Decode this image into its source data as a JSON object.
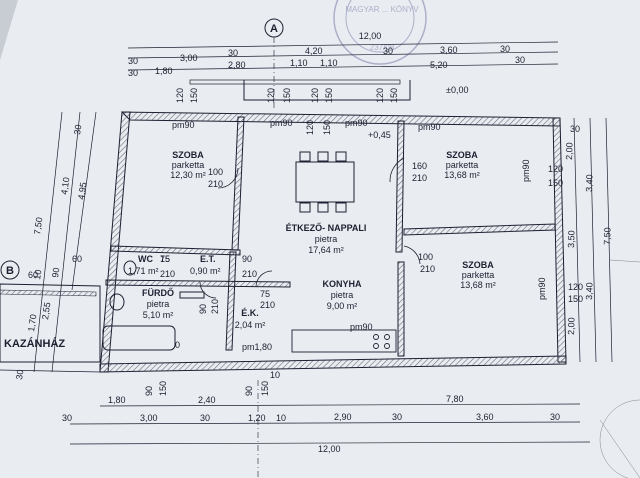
{
  "colors": {
    "paper": "#e9ecf1",
    "ink": "#1d2030",
    "wall_hatch": "#6b6f7a",
    "stamp": "#7a7fa8",
    "background": "#d9dde3"
  },
  "axis_labels": {
    "a": "A",
    "b": "B"
  },
  "level": "±0,00",
  "terrace_level": "+0,45",
  "stamp": {
    "text": "MAGYAR ... KÖNYV",
    "number": "237/08"
  },
  "top_dims": {
    "row1": [
      "30",
      "3,00",
      "30",
      "4,20",
      "30",
      "3,60",
      "30"
    ],
    "row2": [
      "30",
      "1,80",
      "2,80",
      "1,10",
      "1,10",
      "5,20",
      "30"
    ],
    "total": "12,00",
    "openings": [
      "120",
      "150",
      "120",
      "150",
      "120",
      "150",
      "120",
      "150",
      "120",
      "150"
    ]
  },
  "bottom_dims": {
    "row1": [
      "1,80",
      "2,40",
      "7,80"
    ],
    "row2": [
      "30",
      "3,00",
      "30",
      "1,20",
      "10",
      "2,90",
      "30",
      "3,60",
      "30"
    ],
    "total": "12,00",
    "openings": [
      "90",
      "150",
      "90",
      "150"
    ]
  },
  "left_dims": [
    "7,50",
    "4,10",
    "4,95",
    "30",
    "60",
    "90",
    "10",
    "2,55",
    "1,70",
    "30",
    "60"
  ],
  "right_dims": [
    "2,00",
    "3,40",
    "7,50",
    "3,50",
    "3,40",
    "2,00",
    "30",
    "120",
    "150",
    "120",
    "150"
  ],
  "rooms": [
    {
      "name": "SZOBA",
      "floor": "parketta",
      "area": "12,30 m²"
    },
    {
      "name": "ÉTKEZŐ- NAPPALI",
      "floor": "pietra",
      "area": "17,64 m²"
    },
    {
      "name": "SZOBA",
      "floor": "parketta",
      "area": "13,68 m²"
    },
    {
      "name": "SZOBA",
      "floor": "parketta",
      "area": "13,68 m²"
    },
    {
      "name": "KONYHA",
      "floor": "pietra",
      "area": "9,00 m²"
    },
    {
      "name": "WC",
      "floor": "",
      "area": "1,71 m²"
    },
    {
      "name": "E.T.",
      "floor": "",
      "area": "0,90 m²"
    },
    {
      "name": "FÜRDŐ",
      "floor": "pietra",
      "area": "5,10 m²"
    },
    {
      "name": "É.K.",
      "floor": "",
      "area": "2,04 m²"
    },
    {
      "name": "KAZÁNHÁZ",
      "floor": "",
      "area": ""
    }
  ],
  "door_tags": [
    {
      "w": "100",
      "h": "210"
    },
    {
      "w": "160",
      "h": "210"
    },
    {
      "w": "100",
      "h": "210"
    },
    {
      "w": "75",
      "h": "210"
    },
    {
      "w": "90",
      "h": "210"
    },
    {
      "w": "75",
      "h": "210"
    },
    {
      "w": "90",
      "h": "210"
    }
  ],
  "window_tags": [
    "pm90",
    "pm90",
    "pm90",
    "pm90",
    "pm90",
    "pm90",
    "pm90",
    "pm1,80"
  ],
  "misc": {
    "zero": "0",
    "wc15": "15",
    "t10": "10"
  }
}
